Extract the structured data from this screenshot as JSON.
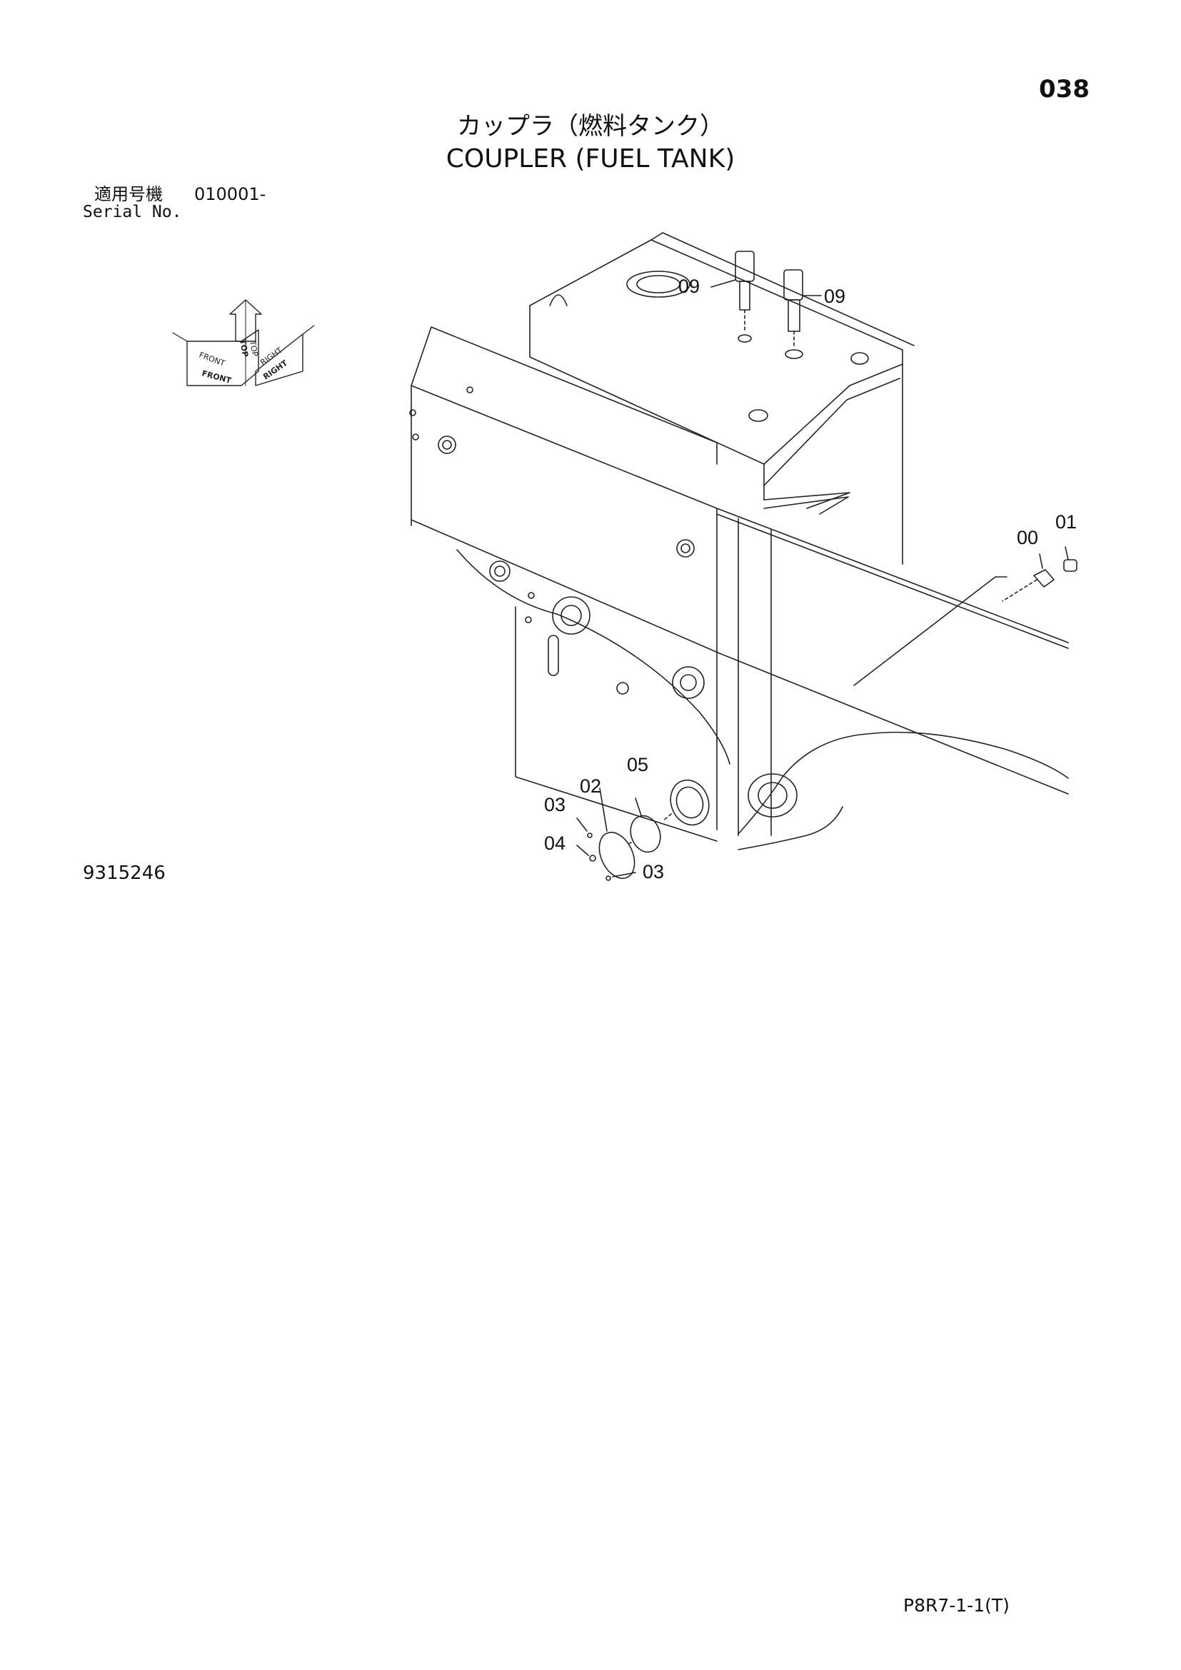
{
  "page_number": "038",
  "title": {
    "japanese": "カップラ（燃料タンク）",
    "english": "COUPLER (FUEL TANK)"
  },
  "serial": {
    "label_japanese": "適用号機",
    "value": "010001-",
    "label_english": "Serial No."
  },
  "figure_number": "9315246",
  "document_code": "P8R7-1-1(T)",
  "orientation_marker": {
    "labels": [
      "FRONT",
      "TOP",
      "RIGHT",
      "FRONT",
      "TOP",
      "RIGHT"
    ]
  },
  "callouts": [
    "09",
    "09",
    "00",
    "01",
    "05",
    "02",
    "03",
    "04",
    "03"
  ]
}
